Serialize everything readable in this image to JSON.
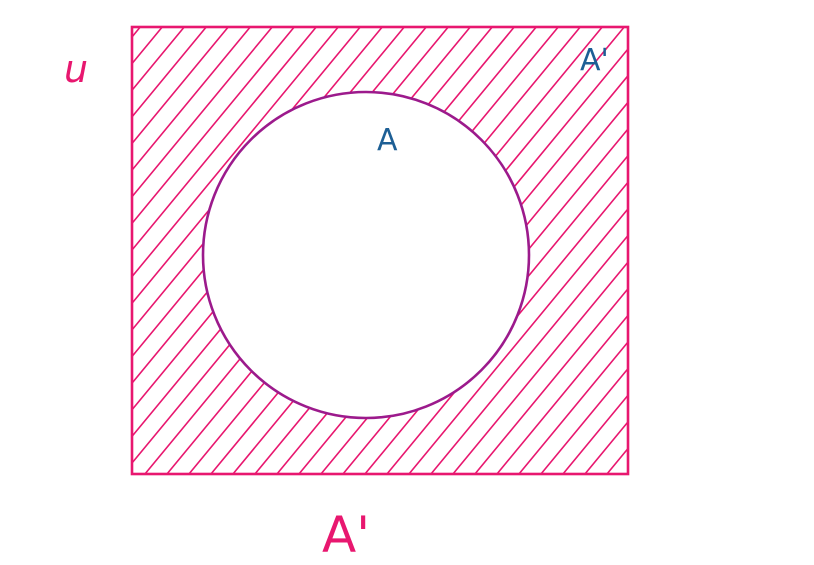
{
  "diagram": {
    "universe_label": "u",
    "set_label": "A",
    "complement_label_inside": "A'",
    "complement_label_below": "A'",
    "colors": {
      "universe": "#e8176f",
      "hatch": "#e8176f",
      "set_circle": "#9c1a8c",
      "set_label": "#1d5f95",
      "inside_label": "#1d5f95",
      "below_label": "#e8176f"
    }
  }
}
